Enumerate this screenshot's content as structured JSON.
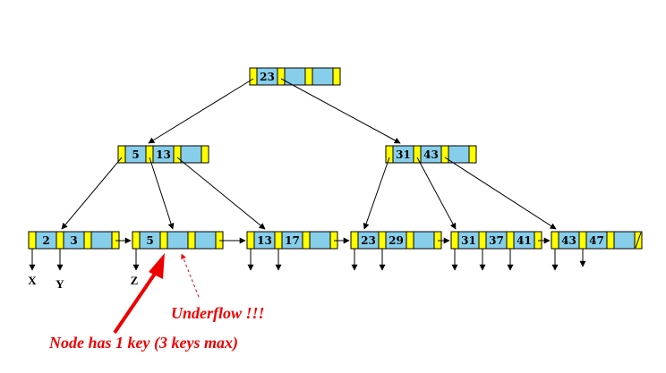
{
  "colors": {
    "pointer_slot": "#ffff00",
    "key_slot": "#87ceeb",
    "outline": "#000000",
    "edge": "#000000",
    "highlight": "#ee0000"
  },
  "tree": {
    "root": {
      "keys": [
        "23",
        "",
        ""
      ]
    },
    "level1": [
      {
        "name": "node-5-13",
        "keys": [
          "5",
          "13",
          ""
        ]
      },
      {
        "name": "node-31-43",
        "keys": [
          "31",
          "43",
          ""
        ]
      }
    ],
    "leaves": [
      {
        "name": "leaf-2-3",
        "keys": [
          "2",
          "3",
          ""
        ]
      },
      {
        "name": "leaf-5",
        "keys": [
          "5",
          "",
          ""
        ]
      },
      {
        "name": "leaf-13-17",
        "keys": [
          "13",
          "17",
          ""
        ]
      },
      {
        "name": "leaf-23-29",
        "keys": [
          "23",
          "29",
          ""
        ]
      },
      {
        "name": "leaf-31-37-41",
        "keys": [
          "31",
          "37",
          "41"
        ]
      },
      {
        "name": "leaf-43-47",
        "keys": [
          "43",
          "47",
          ""
        ]
      }
    ],
    "pointer_labels": [
      "X",
      "Y",
      "Z"
    ]
  },
  "annotations": {
    "underflow": "Underflow !!!",
    "node_note": "Node has 1 key (3 keys max)"
  }
}
